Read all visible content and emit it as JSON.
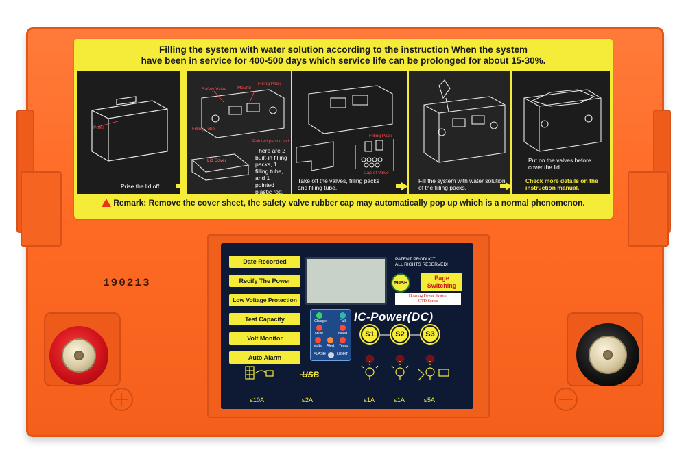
{
  "sticker": {
    "headline_line1": "Filling the system with water solution according to the instruction When the system",
    "headline_line2": "have been in service for 400-500 days which service life can be prolonged for about 15-30%.",
    "steps": [
      {
        "caption": "Prise the lid off.",
        "labels": [
          "Posts"
        ]
      },
      {
        "caption": "There are 2 built-in filling packs, 1 filling tube, and 1 pointed plastic rod.",
        "labels": [
          "Safety Valve",
          "Mound",
          "Filling Pack",
          "Filling Tube",
          "Pointed plastic rod",
          "Lid Cover"
        ]
      },
      {
        "caption": "Take off the valves, filling packs and filling tube.",
        "labels": [
          "Filling Pack",
          "Cap of Valve"
        ]
      },
      {
        "caption": "Fill the system with water solution of the filling packs.",
        "labels": []
      },
      {
        "caption": "Put on the valves before cover the lid.",
        "caption_highlight": "Check more details on the instruction manual.",
        "labels": []
      }
    ],
    "remark": "Remark: Remove the cover sheet, the safety valve rubber cap may automatically pop up which is a normal phenomenon."
  },
  "date_code": "190213",
  "panel": {
    "features": [
      "Date Recorded",
      "Recify The Power",
      "Low Voltage Protection",
      "Test Capacity",
      "Volt Monitor",
      "Auto Alarm"
    ],
    "patent_line1": "PATENT PRODUCT.",
    "patent_line2": "ALL RIGHTS RESERVED!",
    "push_label": "PUSH",
    "page_switch_line1": "Page",
    "page_switch_line2": "Switching",
    "housing_line1": "Housing Power System",
    "housing_line2": "OTD Series",
    "brand": "IC-Power(DC)",
    "indicator_labels": [
      "Charge",
      "Full",
      "Must",
      "Need",
      "Volts",
      "Alert",
      "Temp",
      "FLASH",
      "LIGHT"
    ],
    "switch_buttons": [
      "S1",
      "S2",
      "S3"
    ],
    "usb_label": "USB",
    "ratings": [
      "≤10A",
      "≤2A",
      "≤1A",
      "≤1A",
      "≤5A"
    ]
  },
  "colors": {
    "battery_case": "#ff6a24",
    "sticker_yellow": "#f5ec3a",
    "panel_navy": "#0e1a33",
    "positive_terminal": "#d4111a",
    "negative_terminal": "#111111"
  }
}
